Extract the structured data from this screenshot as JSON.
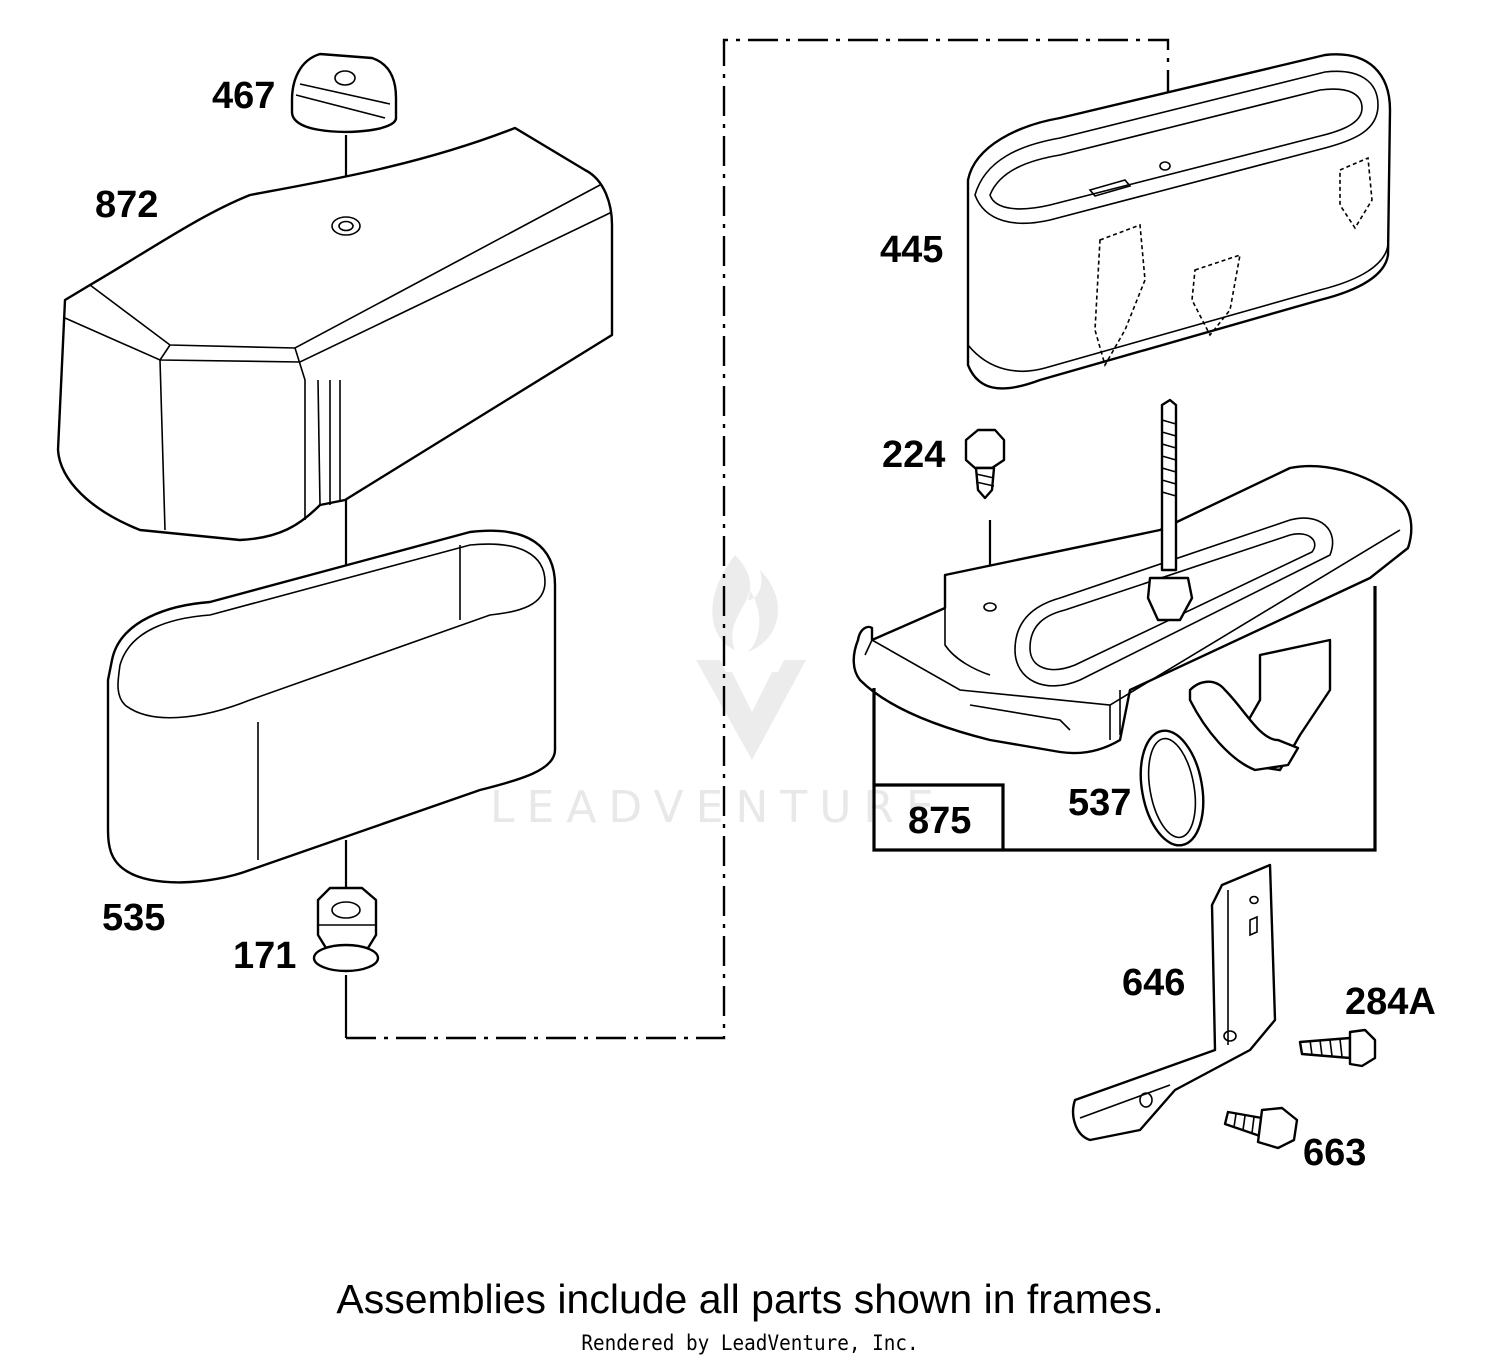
{
  "callouts": {
    "p467": "467",
    "p872": "872",
    "p535": "535",
    "p171": "171",
    "p445": "445",
    "p224": "224",
    "p875": "875",
    "p537": "537",
    "p646": "646",
    "p284A": "284A",
    "p663": "663"
  },
  "watermark": "LEADVENTURE",
  "footnote": "Assemblies include all parts shown in frames.",
  "credit": "Rendered by LeadVenture, Inc."
}
